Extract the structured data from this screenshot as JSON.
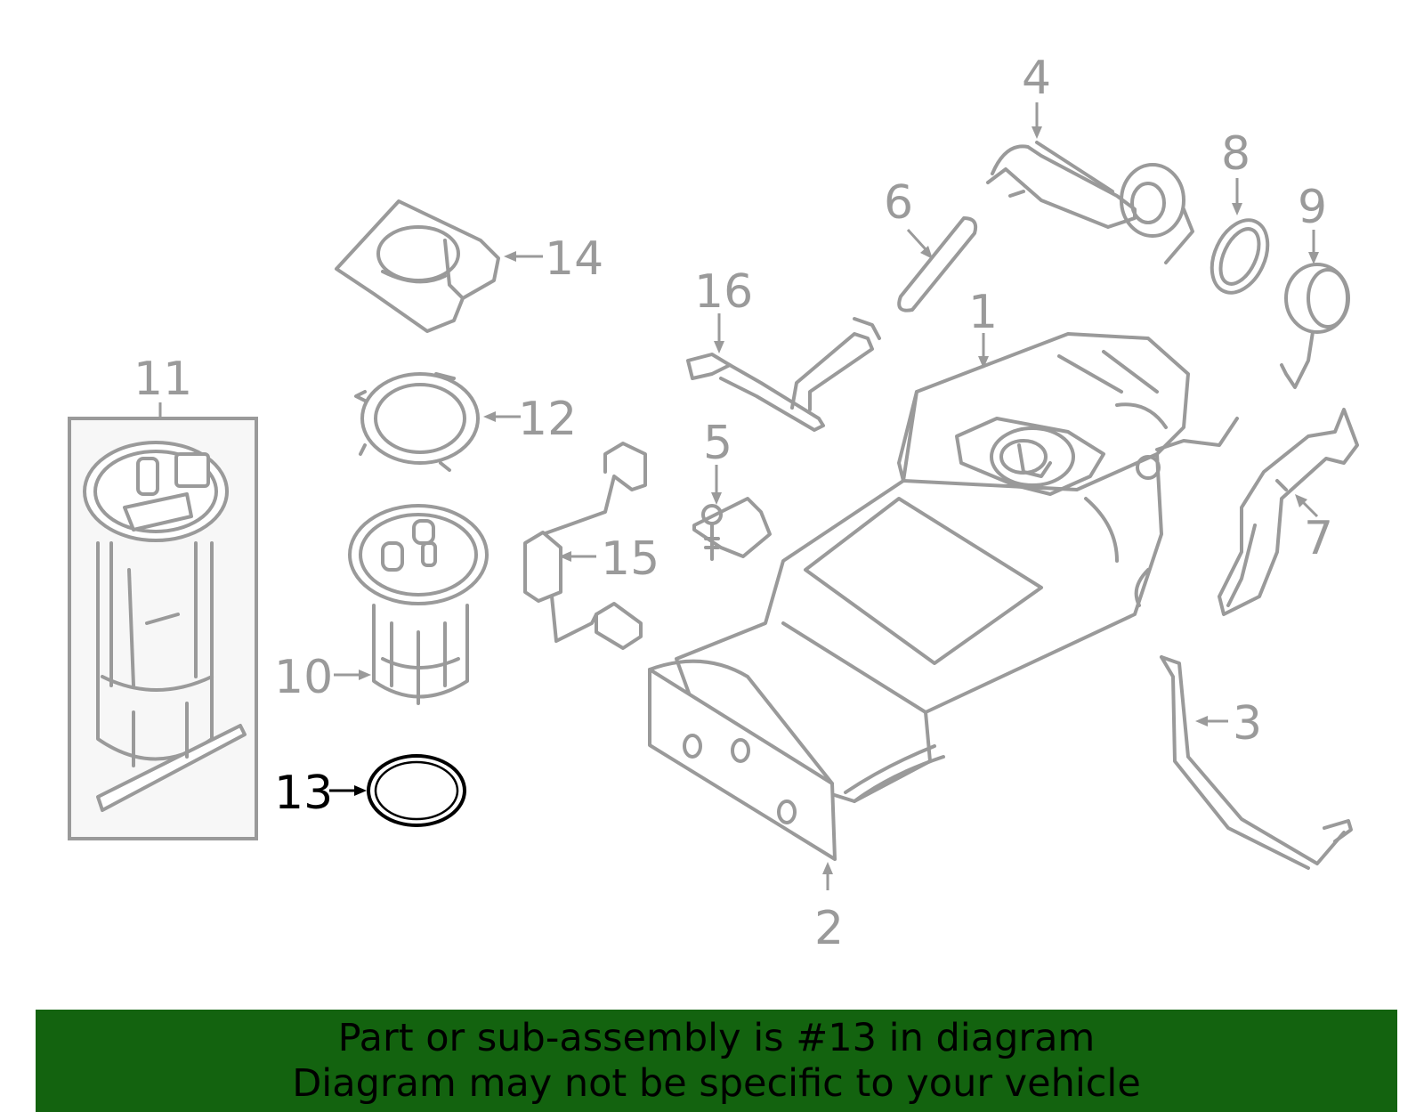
{
  "callouts": [
    {
      "id": "1",
      "label": "1"
    },
    {
      "id": "2",
      "label": "2"
    },
    {
      "id": "3",
      "label": "3"
    },
    {
      "id": "4",
      "label": "4"
    },
    {
      "id": "5",
      "label": "5"
    },
    {
      "id": "6",
      "label": "6"
    },
    {
      "id": "7",
      "label": "7"
    },
    {
      "id": "8",
      "label": "8"
    },
    {
      "id": "9",
      "label": "9"
    },
    {
      "id": "10",
      "label": "10"
    },
    {
      "id": "11",
      "label": "11"
    },
    {
      "id": "12",
      "label": "12"
    },
    {
      "id": "13",
      "label": "13"
    },
    {
      "id": "14",
      "label": "14"
    },
    {
      "id": "15",
      "label": "15"
    },
    {
      "id": "16",
      "label": "16"
    }
  ],
  "highlighted_part": "13",
  "colors": {
    "part_line": "#9a9a9a",
    "highlight": "#000000",
    "banner_bg": "#13630f",
    "background": "#ffffff"
  },
  "banner": {
    "line1": "Part or sub-assembly is #13 in diagram",
    "line2": "Diagram may not be specific to your vehicle"
  }
}
